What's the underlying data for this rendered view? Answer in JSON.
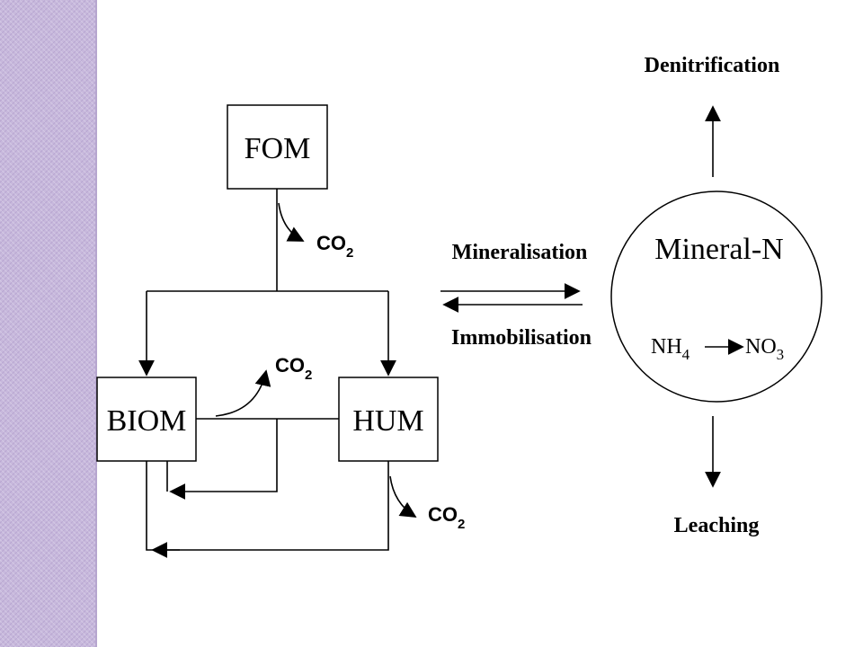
{
  "pools": {
    "fom": "FOM",
    "biom": "BIOM",
    "hum": "HUM"
  },
  "co2": {
    "base": "CO",
    "sub": "2"
  },
  "processes": {
    "mineralisation": "Mineralisation",
    "immobilisation": "Immobilisation",
    "denitrification": "Denitrification",
    "leaching": "Leaching"
  },
  "mineral": {
    "title": "Mineral-N",
    "nh4_base": "NH",
    "nh4_sub": "4",
    "no3_base": "NO",
    "no3_sub": "3"
  },
  "colors": {
    "side_band": "#c7b8dc",
    "stroke": "#000000"
  }
}
